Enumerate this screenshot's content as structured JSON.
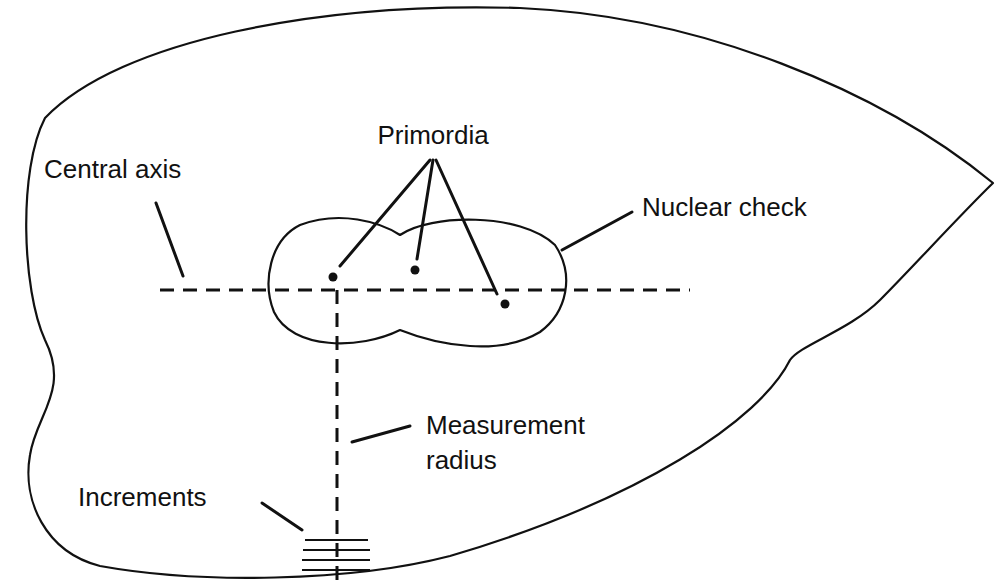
{
  "diagram": {
    "labels": [
      "Primordia",
      "Central axis",
      "Nuclear check",
      "Measurement radius",
      "Increments"
    ]
  }
}
